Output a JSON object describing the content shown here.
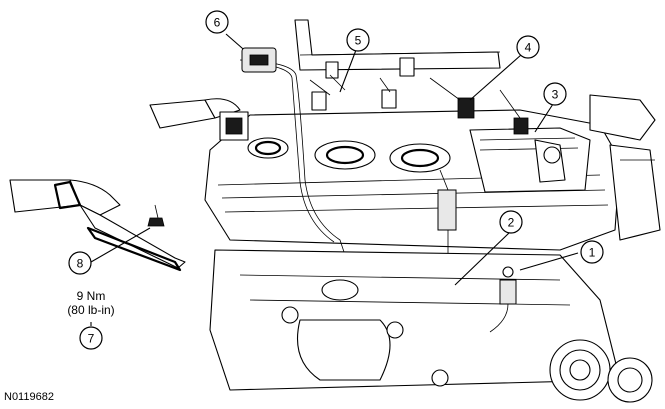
{
  "figure": {
    "reference_code": "N0119682",
    "torque_spec": {
      "line1": "9 Nm",
      "line2": "(80 lb-in)"
    },
    "callouts": [
      {
        "id": "callout-1",
        "label": "1"
      },
      {
        "id": "callout-2",
        "label": "2"
      },
      {
        "id": "callout-3",
        "label": "3"
      },
      {
        "id": "callout-4",
        "label": "4"
      },
      {
        "id": "callout-5",
        "label": "5"
      },
      {
        "id": "callout-6",
        "label": "6"
      },
      {
        "id": "callout-7",
        "label": "7"
      },
      {
        "id": "callout-8",
        "label": "8"
      }
    ]
  }
}
